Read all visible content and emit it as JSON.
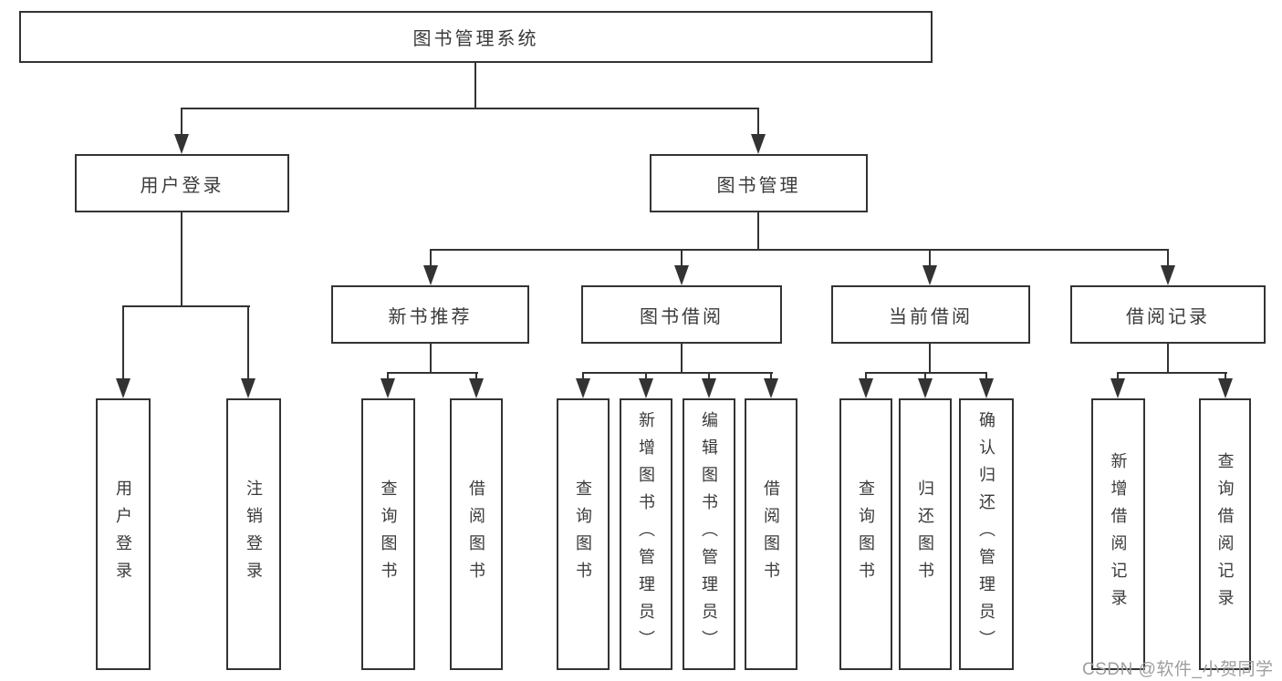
{
  "colors": {
    "line": "#333333",
    "text": "#3a3a3a",
    "watermark": "#9e9e9e",
    "bg": "#ffffff"
  },
  "tree": {
    "label": "图书管理系统",
    "children": [
      {
        "label": "用户登录",
        "children": [
          {
            "label": "用户登录"
          },
          {
            "label": "注销登录"
          }
        ]
      },
      {
        "label": "图书管理",
        "children": [
          {
            "label": "新书推荐",
            "children": [
              {
                "label": "查询图书"
              },
              {
                "label": "借阅图书"
              }
            ]
          },
          {
            "label": "图书借阅",
            "children": [
              {
                "label": "查询图书"
              },
              {
                "label": "新增图书（管理员）"
              },
              {
                "label": "编辑图书（管理员）"
              },
              {
                "label": "借阅图书"
              }
            ]
          },
          {
            "label": "当前借阅",
            "children": [
              {
                "label": "查询图书"
              },
              {
                "label": "归还图书"
              },
              {
                "label": "确认归还（管理员）"
              }
            ]
          },
          {
            "label": "借阅记录",
            "children": [
              {
                "label": "新增借阅记录"
              },
              {
                "label": "查询借阅记录"
              }
            ]
          }
        ]
      }
    ]
  },
  "watermark": {
    "text": "CSDN @软件_小贺同学"
  }
}
